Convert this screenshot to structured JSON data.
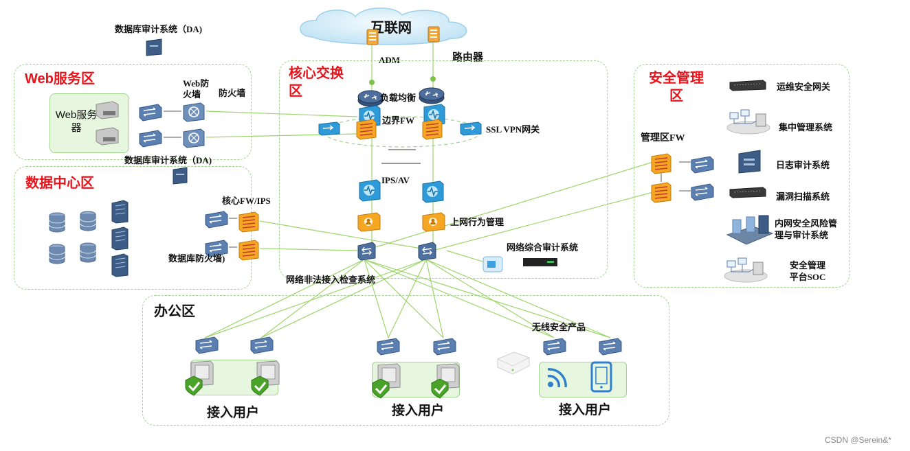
{
  "internet": {
    "label": "互联网"
  },
  "core": {
    "title": "核心交换区",
    "adm": "ADM",
    "router": "路由器",
    "load_balancer": "负载均衡",
    "border_fw": "边界FW",
    "ssl_vpn": "SSL VPN网关",
    "ips_av": "IPS/AV",
    "behavior_mgmt": "上网行为管理",
    "network_audit": "网络综合审计系统",
    "illegal_access": "网络非法接入检查系统"
  },
  "web": {
    "title": "Web服务区",
    "server": "Web服务器",
    "web_fw": "Web防火墙",
    "fw": "防火墙",
    "db_audit": "数据库审计系统（DA)"
  },
  "top_db_audit": "数据库审计系统（DA)",
  "datacenter": {
    "title": "数据中心区",
    "core_fw": "核心FW/IPS",
    "db_fw": "数据库防火墙)"
  },
  "security": {
    "title": "安全管理区",
    "mgmt_fw": "管理区FW",
    "items": [
      "运维安全网关",
      "集中管理系统",
      "日志审计系统",
      "漏洞扫描系统",
      "内网安全风险管理与审计系统",
      "安全管理平台SOC"
    ]
  },
  "office": {
    "title": "办公区",
    "wireless": "无线安全产品",
    "access_user": "接入用户"
  },
  "watermark": "CSDN @Serein&*"
}
